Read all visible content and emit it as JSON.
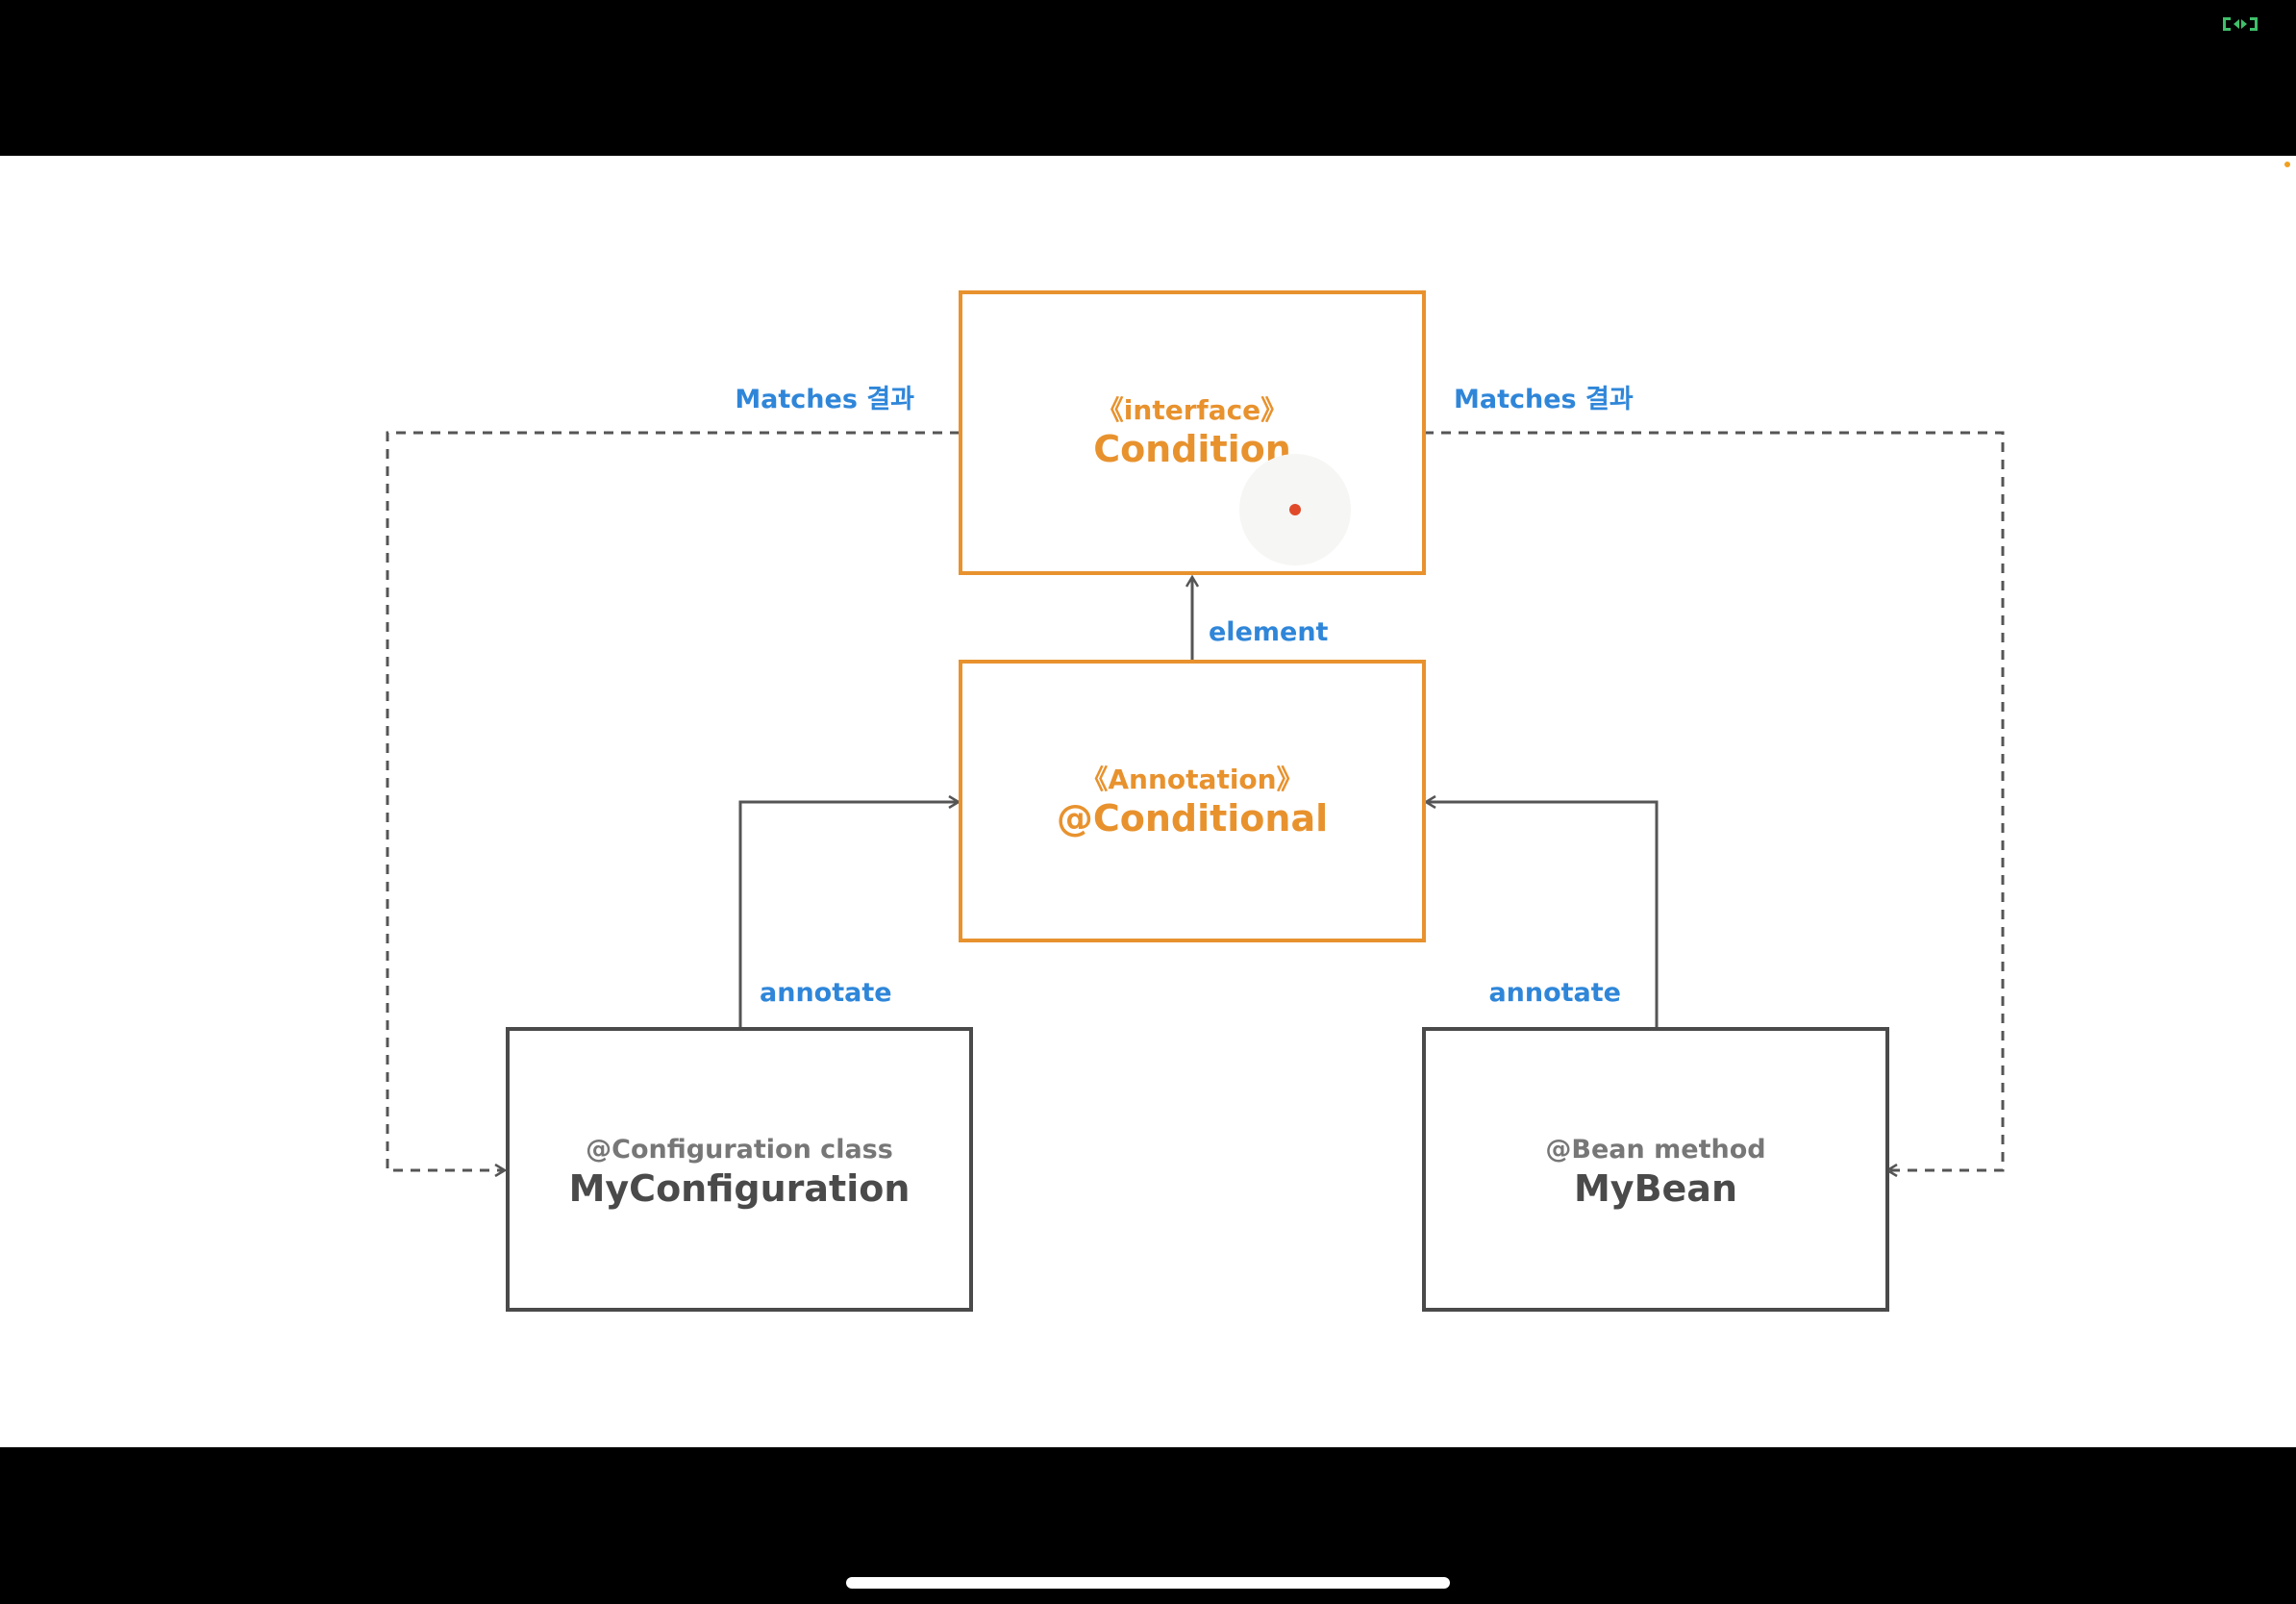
{
  "colors": {
    "accent_orange": "#e8922e",
    "edge_blue": "#2f86d9",
    "line_gray": "#555555",
    "box_gray": "#4a4a4a",
    "subtitle_gray": "#777777",
    "pointer_red": "#e04a2a"
  },
  "icons": {
    "fullscreen": "fullscreen-icon"
  },
  "diagram": {
    "condition": {
      "stereotype": "《interface》",
      "name": "Condition"
    },
    "conditional": {
      "stereotype": "《Annotation》",
      "name": "@Conditional"
    },
    "my_configuration": {
      "stereotype": "@Configuration class",
      "name": "MyConfiguration"
    },
    "my_bean": {
      "stereotype": "@Bean method",
      "name": "MyBean"
    },
    "edges": {
      "matches_left": "Matches 결과",
      "matches_right": "Matches 결과",
      "element": "element",
      "annotate_left": "annotate",
      "annotate_right": "annotate"
    }
  }
}
